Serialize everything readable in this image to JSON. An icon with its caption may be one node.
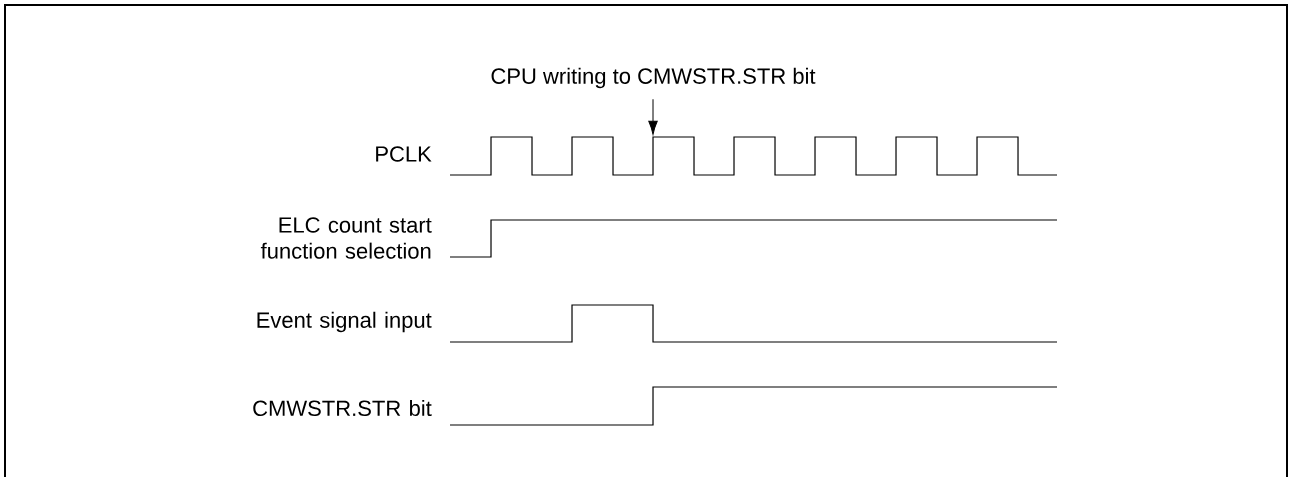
{
  "diagram": {
    "nodes": [
      {
        "text": [
          "CPU writing to CMWSTR.STR bit"
        ]
      },
      {
        "text": [],
        "shape": "picture",
        "beside": [
          "PCLK"
        ]
      }
    ],
    "edges": [
      {
        "from": 0,
        "to": 1,
        "arrow": "to"
      }
    ],
    "labels": [
      "ELC count start function selection",
      "Event signal input",
      "CMWSTR.STR bit"
    ]
  }
}
